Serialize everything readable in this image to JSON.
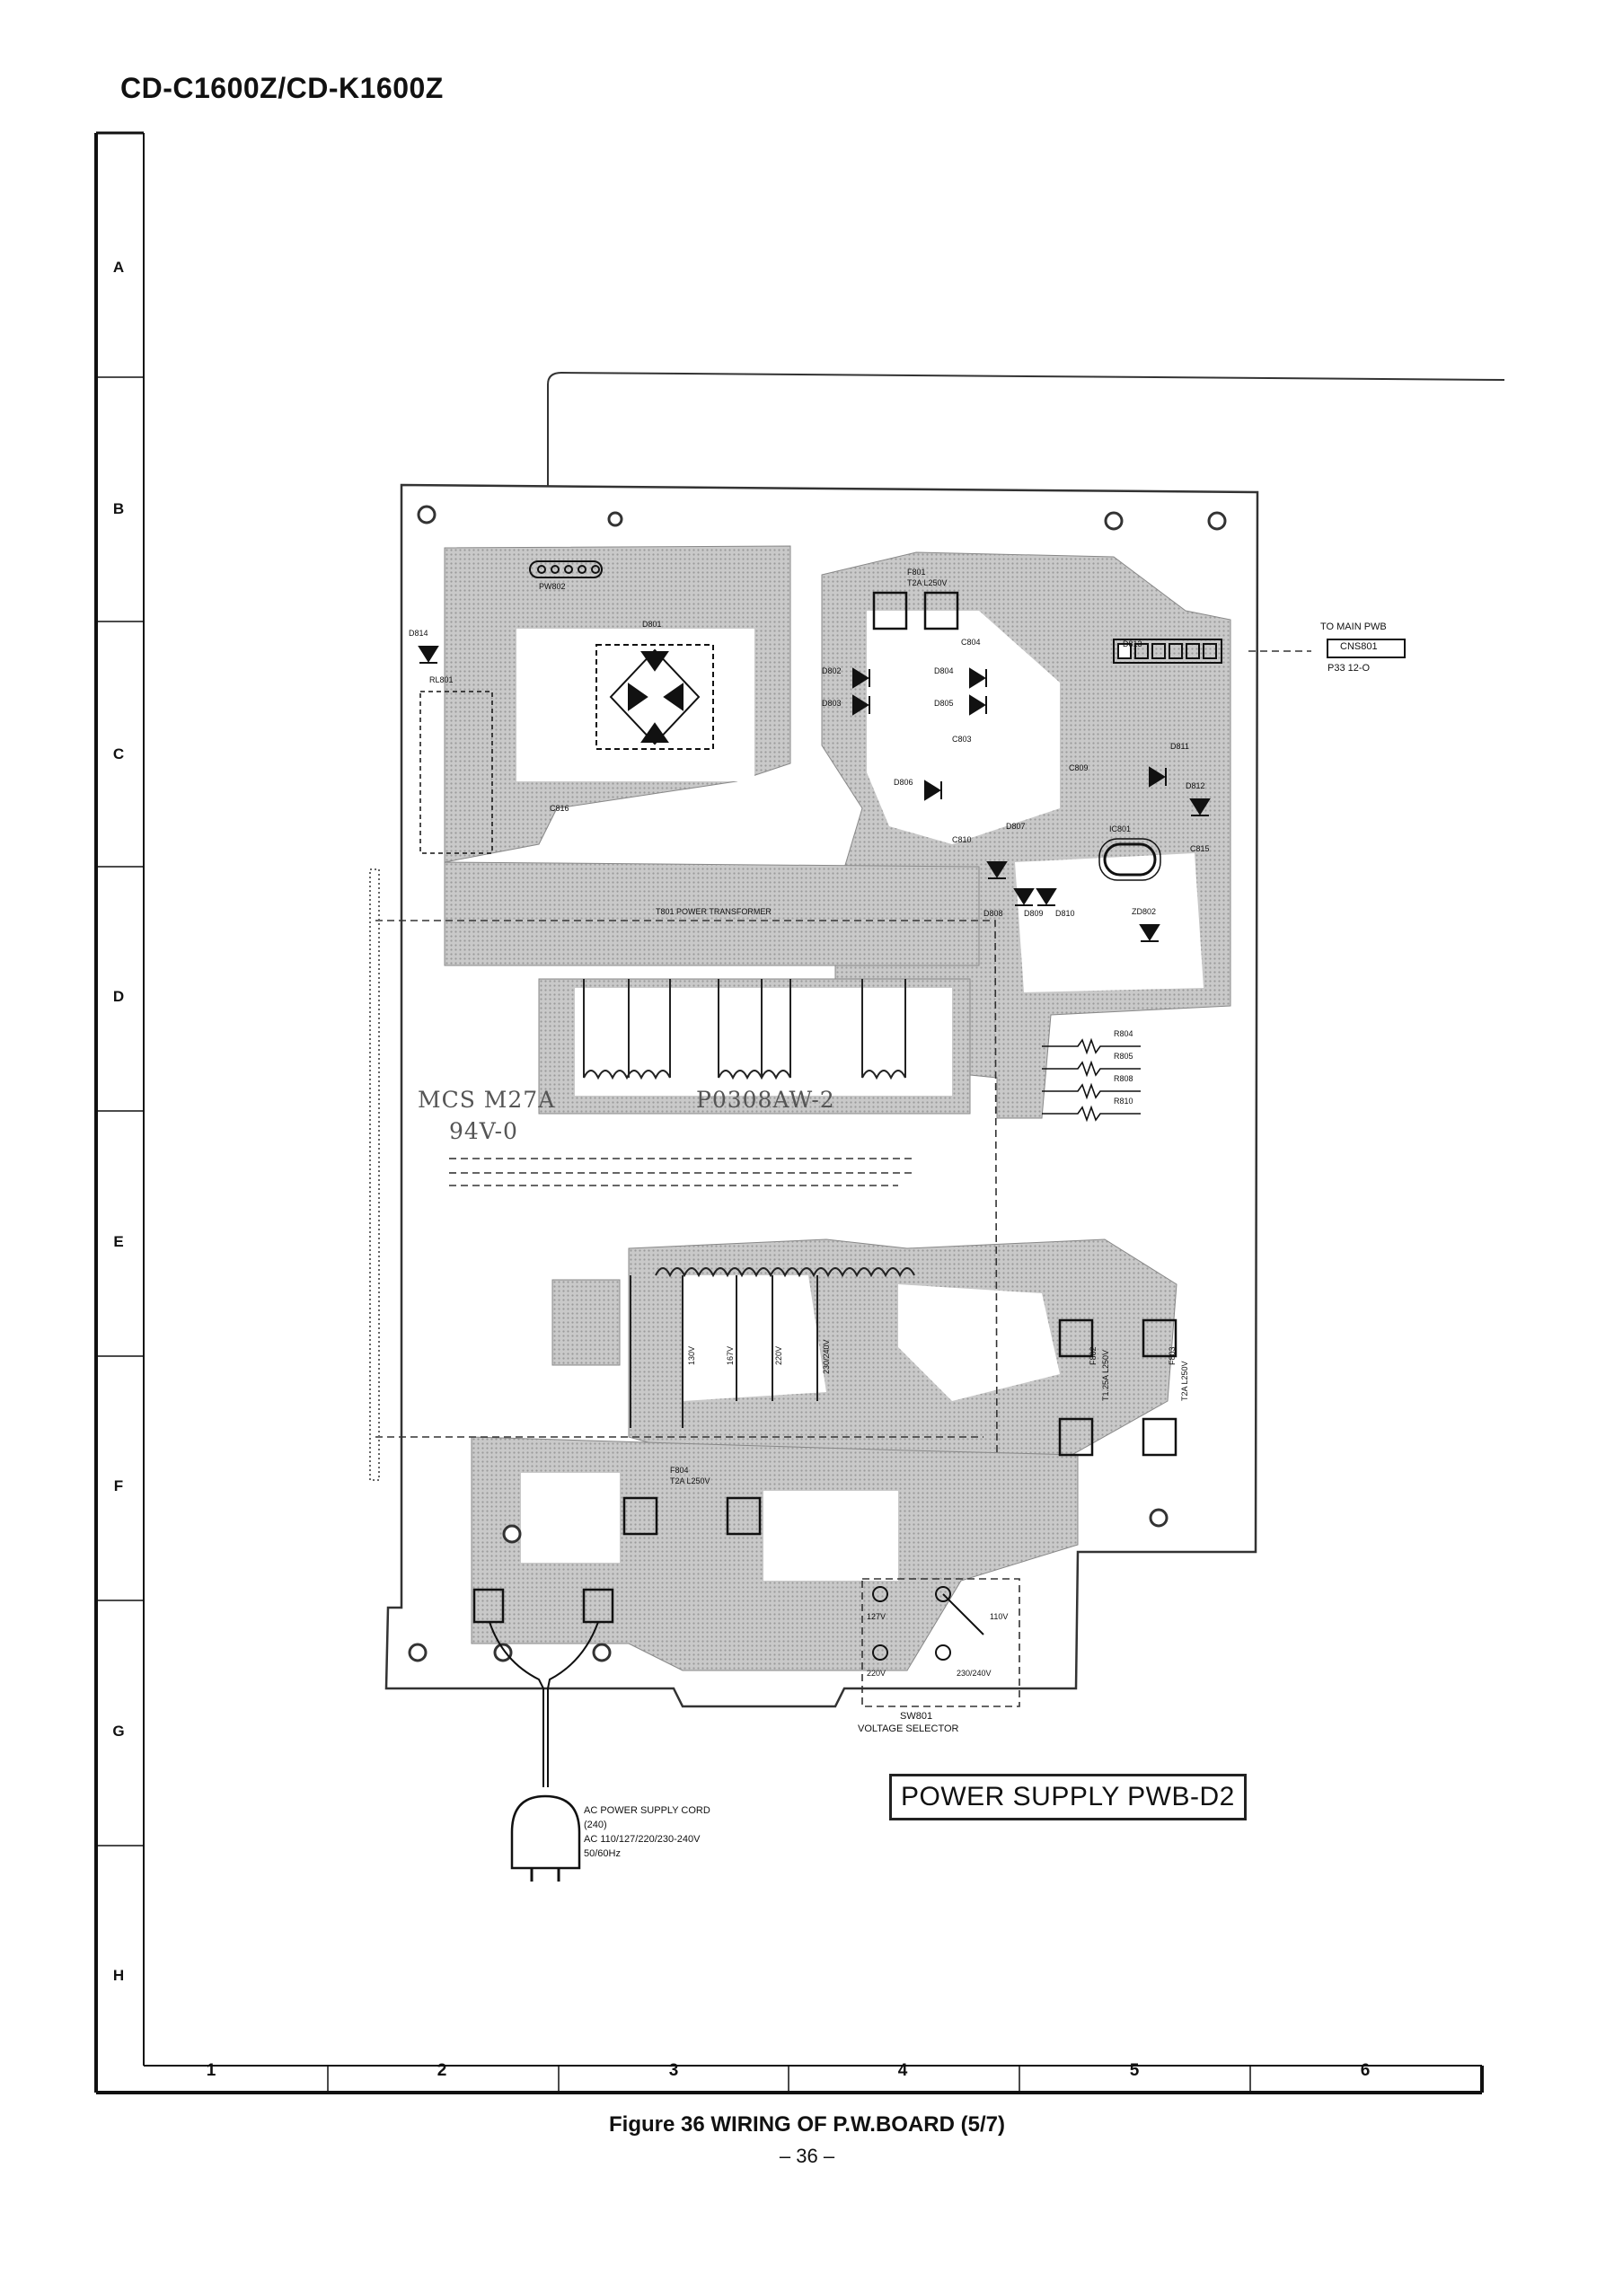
{
  "header": {
    "model_title": "CD-C1600Z/CD-K1600Z"
  },
  "grid": {
    "rows": [
      "A",
      "B",
      "C",
      "D",
      "E",
      "F",
      "G",
      "H"
    ],
    "columns": [
      "1",
      "2",
      "3",
      "4",
      "5",
      "6"
    ]
  },
  "board": {
    "label": "POWER SUPPLY PWB-D2",
    "marking_1": "MCS M27A",
    "marking_2": "94V-0",
    "marking_3": "P0308AW-2",
    "connector_pw802": "PW802",
    "to_main": {
      "line1": "TO MAIN PWB",
      "line2": "CNS801",
      "line3": "P33 12-O"
    },
    "transformer_label": "T801 POWER TRANSFORMER",
    "components": {
      "d801": "D801",
      "d802": "D802",
      "d803": "D803",
      "d804": "D804",
      "d805": "D805",
      "d806": "D806",
      "d807": "D807",
      "d808": "D808",
      "d809": "D809",
      "d810": "D810",
      "d811": "D811",
      "d812": "D812",
      "d813": "D813",
      "d814": "D814",
      "zd802": "ZD802",
      "ic801": "IC801",
      "rl801": "RL801",
      "c803": "C803",
      "c804": "C804",
      "c809": "C809",
      "c810": "C810",
      "c815": "C815",
      "c816": "C816",
      "r804": "R804",
      "r805": "R805",
      "r808": "R808",
      "r810": "R810",
      "f801": "F801",
      "f801_rating": "T2A L250V",
      "f802": "F802",
      "f802_rating": "T1.25A L250V",
      "f803": "F803",
      "f803_rating": "T2A L250V",
      "f804": "F804",
      "f804_rating": "T2A L250V"
    },
    "tap_labels": [
      "130V",
      "167V",
      "220V",
      "230/240V"
    ],
    "sw_taps": [
      "127V",
      "110V",
      "220V",
      "230/240V"
    ],
    "switch": {
      "line1": "SW801",
      "line2": "VOLTAGE SELECTOR"
    },
    "power_cord": {
      "line1": "AC POWER SUPPLY CORD",
      "line2": "(240)",
      "line3": "AC 110/127/220/230-240V",
      "line4": "50/60Hz"
    }
  },
  "footer": {
    "caption": "Figure 36 WIRING OF P.W.BOARD (5/7)",
    "page": "– 36 –"
  }
}
